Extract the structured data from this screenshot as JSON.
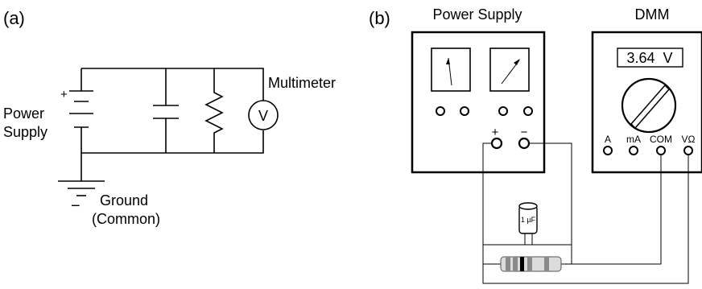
{
  "panel_a": {
    "label": "(a)",
    "power_supply_label_line1": "Power",
    "power_supply_label_line2": "Supply",
    "plus_sign": "+",
    "minus_sign": "−",
    "multimeter_label": "Multimeter",
    "voltmeter_symbol": "V",
    "ground_label_line1": "Ground",
    "ground_label_line2": "(Common)"
  },
  "panel_b": {
    "label": "(b)",
    "power_supply_title": "Power Supply",
    "dmm_title": "DMM",
    "dmm_display": "3.64  V",
    "terminal_plus": "+",
    "terminal_minus": "−",
    "dmm_jacks": [
      "A",
      "mA",
      "COM",
      "VΩ"
    ],
    "capacitor_label": "1 µF"
  },
  "colors": {
    "line": "#000000",
    "capacitor_fill": "#ffffff",
    "resistor_body": "#dcdcdc",
    "resistor_band_dark": "#000000",
    "resistor_band_gray": "#8a8a8a"
  }
}
